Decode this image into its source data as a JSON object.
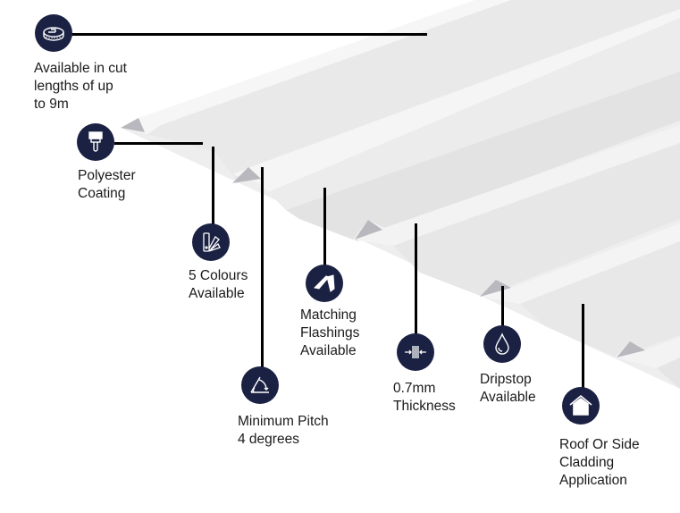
{
  "theme": {
    "icon_bg": "#1b2142",
    "icon_fg": "#ffffff",
    "line_color": "#000000",
    "sheet_color": "#ececec"
  },
  "product": {
    "name": "Corrugated roofing sheet",
    "color": "white"
  },
  "features": [
    {
      "id": "length",
      "icon": "tape-measure-icon",
      "text": "Available in cut\nlengths of up\nto 9m"
    },
    {
      "id": "coating",
      "icon": "paint-brush-icon",
      "text": "Polyester\nCoating"
    },
    {
      "id": "colours",
      "icon": "colour-swatch-icon",
      "text": "5 Colours\nAvailable"
    },
    {
      "id": "pitch",
      "icon": "angle-icon",
      "text": "Minimum Pitch\n4 degrees"
    },
    {
      "id": "flashings",
      "icon": "flashing-icon",
      "text": "Matching\nFlashings\nAvailable"
    },
    {
      "id": "thickness",
      "icon": "thickness-icon",
      "text": "0.7mm\nThickness"
    },
    {
      "id": "dripstop",
      "icon": "water-drop-icon",
      "text": "Dripstop\nAvailable"
    },
    {
      "id": "cladding",
      "icon": "house-icon",
      "text": "Roof Or Side\nCladding\nApplication"
    }
  ]
}
